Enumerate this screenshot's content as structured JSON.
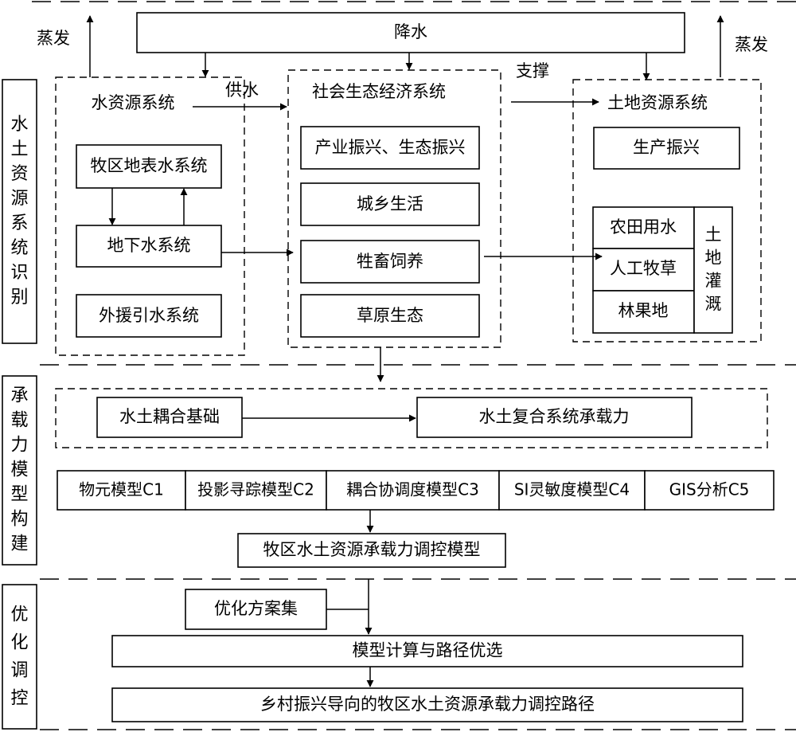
{
  "precipitation": "降水",
  "evaporation_left": "蒸发",
  "evaporation_right": "蒸发",
  "supply_label": "供水",
  "support_label": "支撑",
  "stages": {
    "identification": "水土资源系统识别",
    "modeling": "承载力模型构建",
    "optimization": "优化调控"
  },
  "water_system": {
    "title": "水资源系统",
    "surface": "牧区地表水系统",
    "groundwater": "地下水系统",
    "external": "外援引水系统"
  },
  "socio_system": {
    "title": "社会生态经济系统",
    "items": [
      "产业振兴、生态振兴",
      "城乡生活",
      "牲畜饲养",
      "草原生态"
    ]
  },
  "land_system": {
    "title": "土地资源系统",
    "production": "生产振兴",
    "farmland": "农田用水",
    "grass": "人工牧草",
    "orchard": "林果地",
    "irrigation": "土地灌溉"
  },
  "coupling": {
    "base": "水土耦合基础",
    "capacity": "水土复合系统承载力"
  },
  "models": [
    "物元模型C1",
    "投影寻踪模型C2",
    "耦合协调度模型C3",
    "SI灵敏度模型C4",
    "GIS分析C5"
  ],
  "control_model": "牧区水土资源承载力调控模型",
  "scheme_set": "优化方案集",
  "compute": "模型计算与路径优选",
  "final_path": "乡村振兴导向的牧区水土资源承载力调控路径"
}
